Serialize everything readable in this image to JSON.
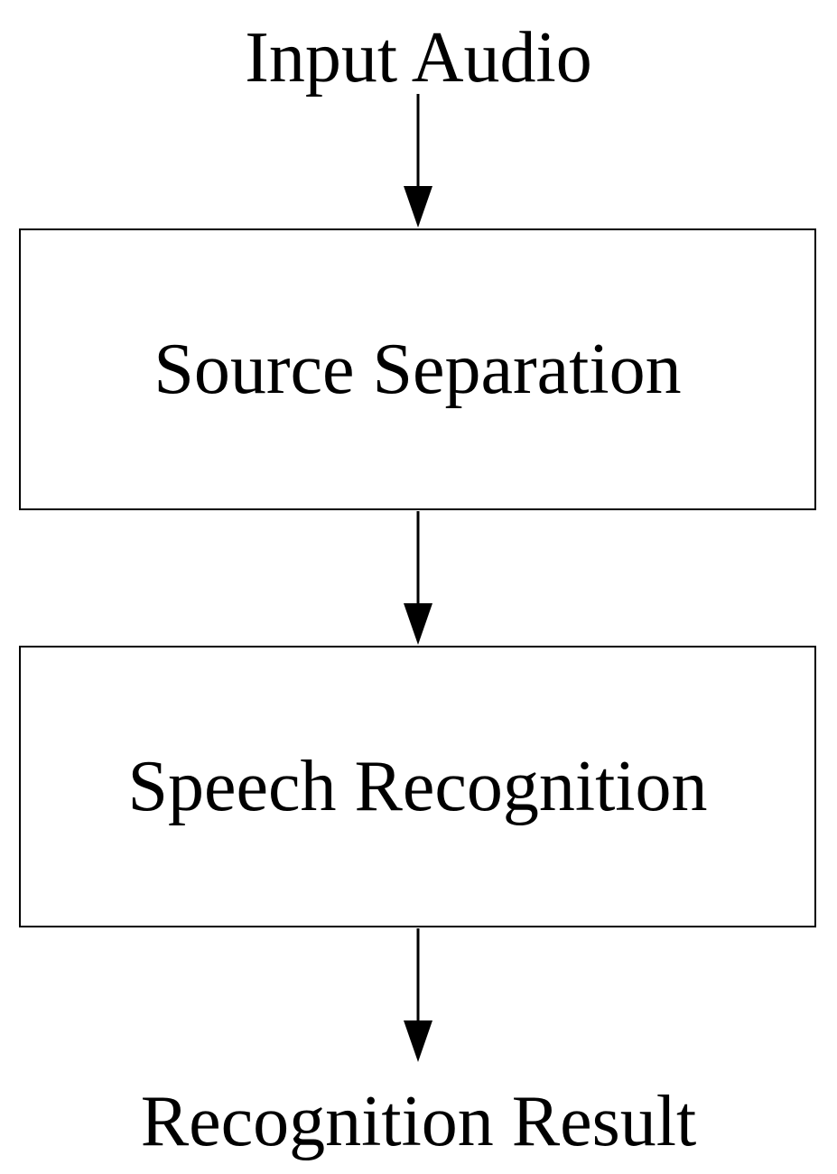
{
  "diagram": {
    "input_label": "Input Audio",
    "stages": [
      {
        "label": "Source Separation"
      },
      {
        "label": "Speech Recognition"
      }
    ],
    "output_label": "Recognition Result"
  },
  "colors": {
    "line": "#000000",
    "background": "#ffffff"
  }
}
